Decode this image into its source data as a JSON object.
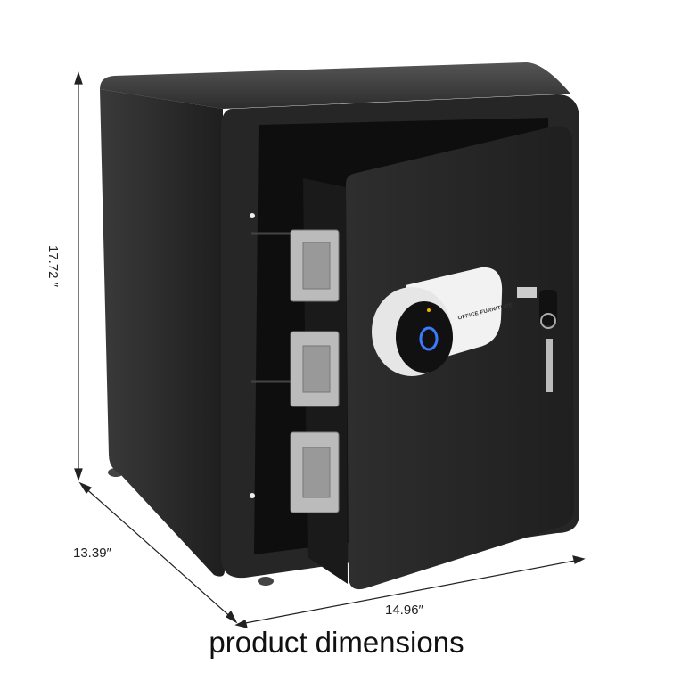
{
  "product": {
    "lock_brand": "OFFICE FURNITURE",
    "body_color": "#2a2a2a",
    "keypad_color": "#f2f2f2",
    "fingerprint_ring_color": "#3b7bff"
  },
  "dimensions": {
    "height": "17.72 ″",
    "depth": "13.39″",
    "width": "14.96″"
  },
  "caption": "product dimensions"
}
